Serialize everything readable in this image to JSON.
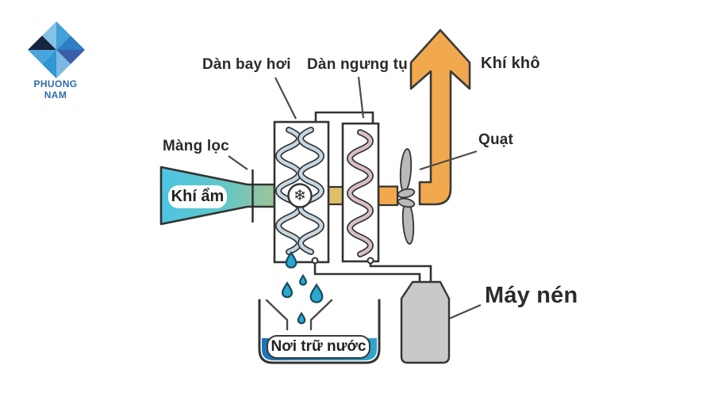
{
  "logo": {
    "brand": "PHUONG NAM",
    "text_color": "#2e6cb0",
    "facets": {
      "north_left": "#85c3e6",
      "north_right": "#44a0d8",
      "east_upper": "#2e7ec4",
      "east_lower": "#3a5fa8",
      "south_right": "#7db9e2",
      "south_left": "#2f97d2",
      "west_lower": "#4aa6da",
      "west_upper": "#172540"
    }
  },
  "labels": {
    "evaporator": "Dàn bay hơi",
    "condenser": "Dàn ngưng tụ",
    "dry_air": "Khí khô",
    "filter": "Màng lọc",
    "humid_air": "Khí ẩm",
    "fan": "Quạt",
    "compressor": "Máy nén",
    "water_tank": "Nơi trữ nước"
  },
  "icons": {
    "snowflake": "❄"
  },
  "colors": {
    "outline": "#333333",
    "label_text": "#2b2b2b",
    "arrow_orange": "#f2a94e",
    "duct_tan": "#dfc06a",
    "duct_green": "#9cc598",
    "funnel_mid": "#62c6c6",
    "humid_cyan": "#4cc5e2",
    "evaporator_coil": "#c6d7e2",
    "condenser_coil": "#d9bfc4",
    "fan_gray": "#b9b9b9",
    "compressor_gray": "#c9c9c9",
    "water_blue": "#1d74ba",
    "water_cyan": "#2fa6cc",
    "droplet_teal": "#29a9ce"
  }
}
